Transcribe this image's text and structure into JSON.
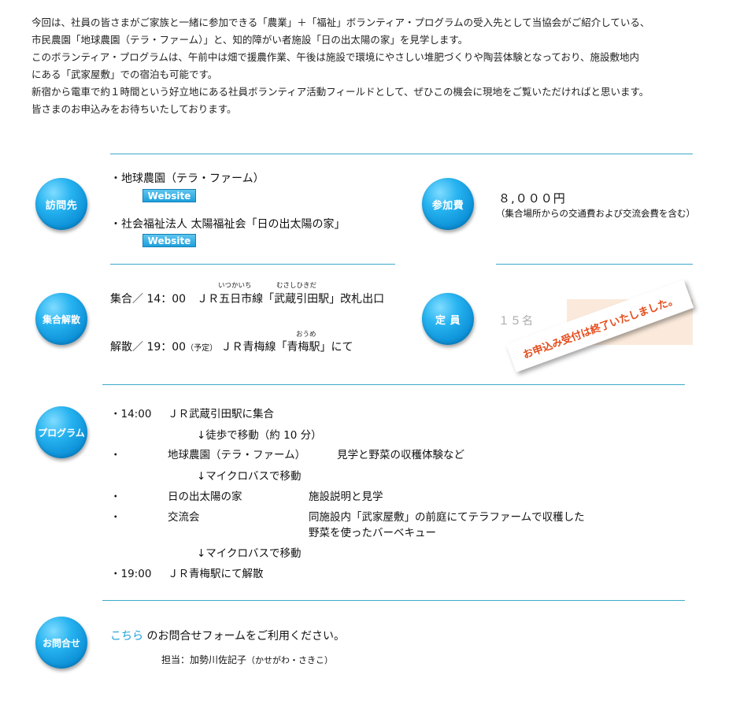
{
  "intro": [
    "今回は、社員の皆さまがご家族と一緒に参加できる「農業」＋「福祉」ボランティア・プログラムの受入先として当協会がご紹介している、",
    "市民農園「地球農園（テラ・ファーム）」と、知的障がい者施設「日の出太陽の家」を見学します。",
    "このボランティア・プログラムは、午前中は畑で援農作業、午後は施設で環境にやさしい堆肥づくりや陶芸体験となっており、施設敷地内",
    "にある「武家屋敷」での宿泊も可能です。",
    "新宿から電車で約１時間という好立地にある社員ボランティア活動フィールドとして、ぜひこの機会に現地をご覧いただければと思います。",
    "皆さまのお申込みをお待ちいたしております。"
  ],
  "visit": {
    "label": "訪問先",
    "place1": "・地球農園（テラ・ファーム）",
    "place2": "・社会福祉法人 太陽福祉会「日の出太陽の家」",
    "website": "Website"
  },
  "fee": {
    "label": "参加費",
    "amount": "８,０００円",
    "note": "（集合場所からの交通費および交流会費を含む）"
  },
  "meet": {
    "label": "集合解散",
    "gather_prefix": "集合／ 14：00　ＪＲ",
    "gather_line": "五日市線",
    "gather_mid": "「",
    "gather_station": "武蔵引田駅",
    "gather_suffix": "」改札出口",
    "ruby_line": "いつかいち",
    "ruby_station": "むさしひきだ",
    "disperse_prefix": "解散／ 19：00",
    "disperse_tentative": "（予定）",
    "disperse_line": "ＪＲ青梅線「",
    "disperse_station": "青梅駅",
    "disperse_suffix": "」にて",
    "ruby_ome": "おうめ"
  },
  "capacity": {
    "label": "定 員",
    "value": "１５名",
    "closed": "お申込み受付は終了いたしました。"
  },
  "program": {
    "label": "プログラム",
    "rows": [
      {
        "bullet": "・14:00",
        "place": "ＪＲ武蔵引田駅に集合",
        "detail": ""
      },
      {
        "bullet": "",
        "place": "↓徒歩で移動（約 10 分）",
        "detail": ""
      },
      {
        "bullet": "・",
        "place": "地球農園（テラ・ファーム）",
        "detail": "見学と野菜の収穫体験など"
      },
      {
        "bullet": "",
        "place": "↓マイクロバスで移動",
        "detail": ""
      },
      {
        "bullet": "・",
        "place": "日の出太陽の家",
        "detail": "施設説明と見学"
      },
      {
        "bullet": "・",
        "place": "交流会",
        "detail": "同施設内「武家屋敷」の前庭にてテラファームで収穫した"
      },
      {
        "bullet": "",
        "place": "",
        "detail": "野菜を使ったバーベキュー"
      },
      {
        "bullet": "",
        "place": "↓マイクロバスで移動",
        "detail": ""
      },
      {
        "bullet": "・19:00",
        "place": "ＪＲ青梅駅にて解散",
        "detail": ""
      }
    ]
  },
  "contact": {
    "label": "お問合せ",
    "link": "こちら",
    "text": "のお問合せフォームをご利用ください。",
    "person": "担当：加勢川佐記子",
    "person_kana": "（かせがわ・さきこ）"
  }
}
